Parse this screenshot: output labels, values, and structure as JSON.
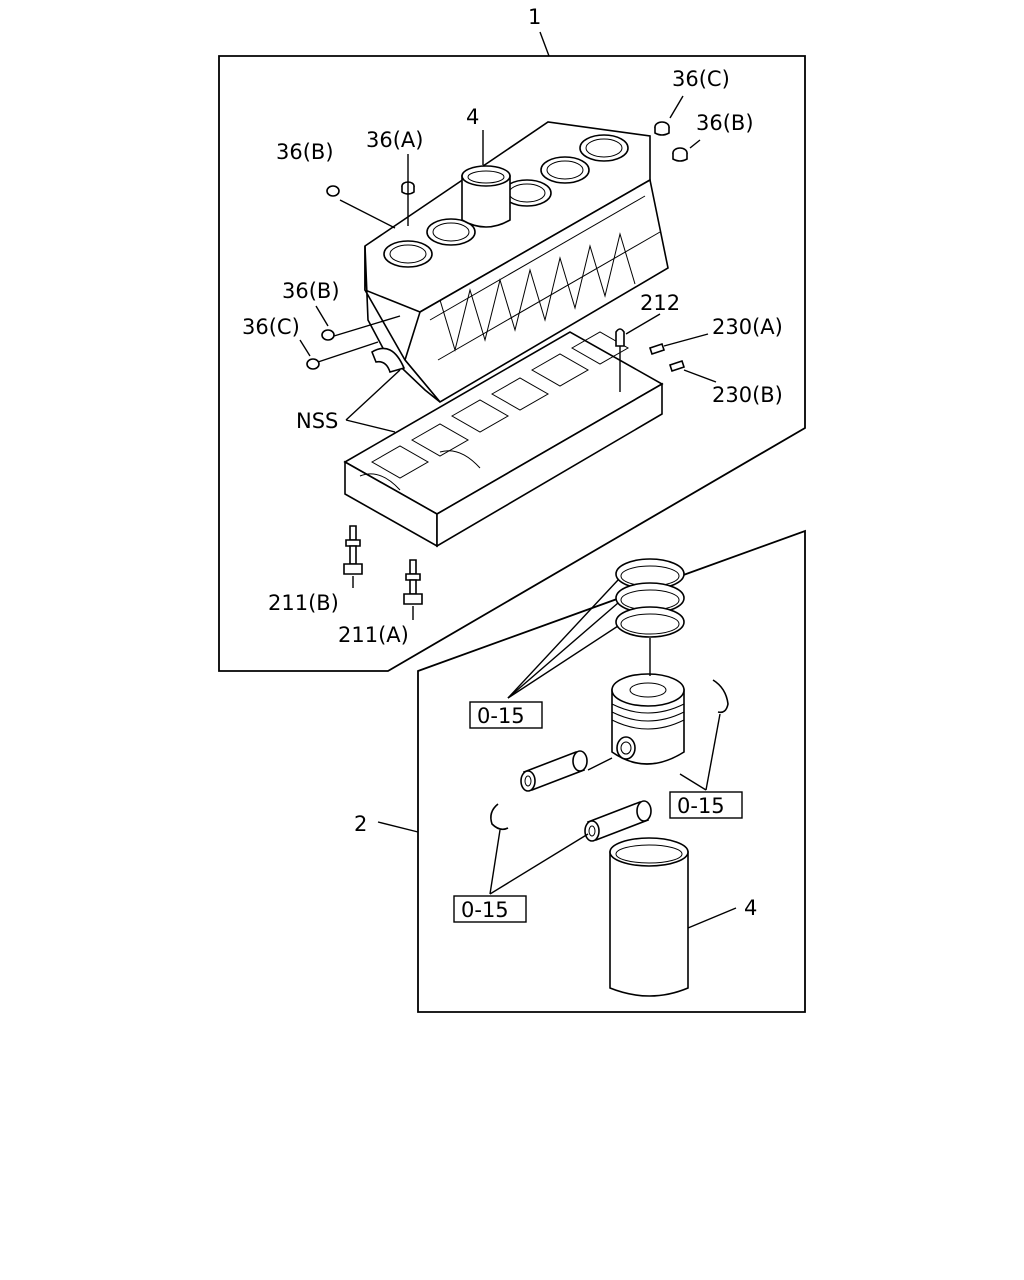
{
  "callouts": {
    "assembly_1": "1",
    "assembly_2": "2",
    "liner_top": "4",
    "liner_bottom": "4",
    "plug_36c_top": "36(C)",
    "plug_36b_right": "36(B)",
    "plug_36b_left": "36(B)",
    "plug_36a": "36(A)",
    "plug_36b_side": "36(B)",
    "plug_36c_side": "36(C)",
    "pin_212": "212",
    "pin_230a": "230(A)",
    "pin_230b": "230(B)",
    "nss": "NSS",
    "bolt_211b": "211(B)",
    "bolt_211a": "211(A)",
    "ref_rings": "0-15",
    "ref_clip_right": "0-15",
    "ref_clip_left": "0-15"
  }
}
